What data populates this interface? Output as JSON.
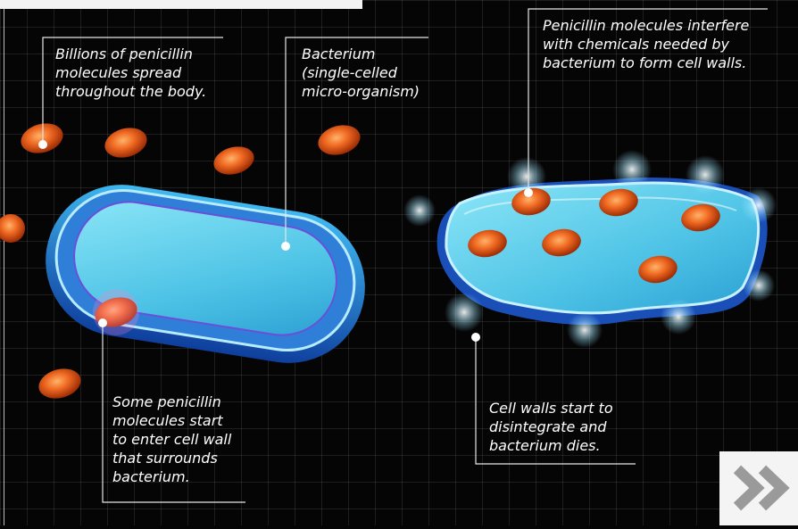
{
  "labels": {
    "spread": "Billions of penicillin\nmolecules spread\nthroughout the body.",
    "bacterium": "Bacterium\n(single-celled\nmicro-organism)",
    "interfere": "Penicillin molecules interfere\nwith chemicals needed by\nbacterium to form cell walls.",
    "enter": "Some penicillin\nmolecules start\nto enter cell wall\nthat surrounds\nbacterium.",
    "disintegrate": "Cell walls start to\ndisintegrate and\nbacterium dies."
  },
  "icons": {
    "next": "double-chevron-right-icon"
  },
  "colors": {
    "background": "#050505",
    "molecule": "#e0521c",
    "bacterium_fill": "#5fd0ea",
    "bacterium_edge": "#1f6fd0",
    "text": "#ffffff"
  }
}
